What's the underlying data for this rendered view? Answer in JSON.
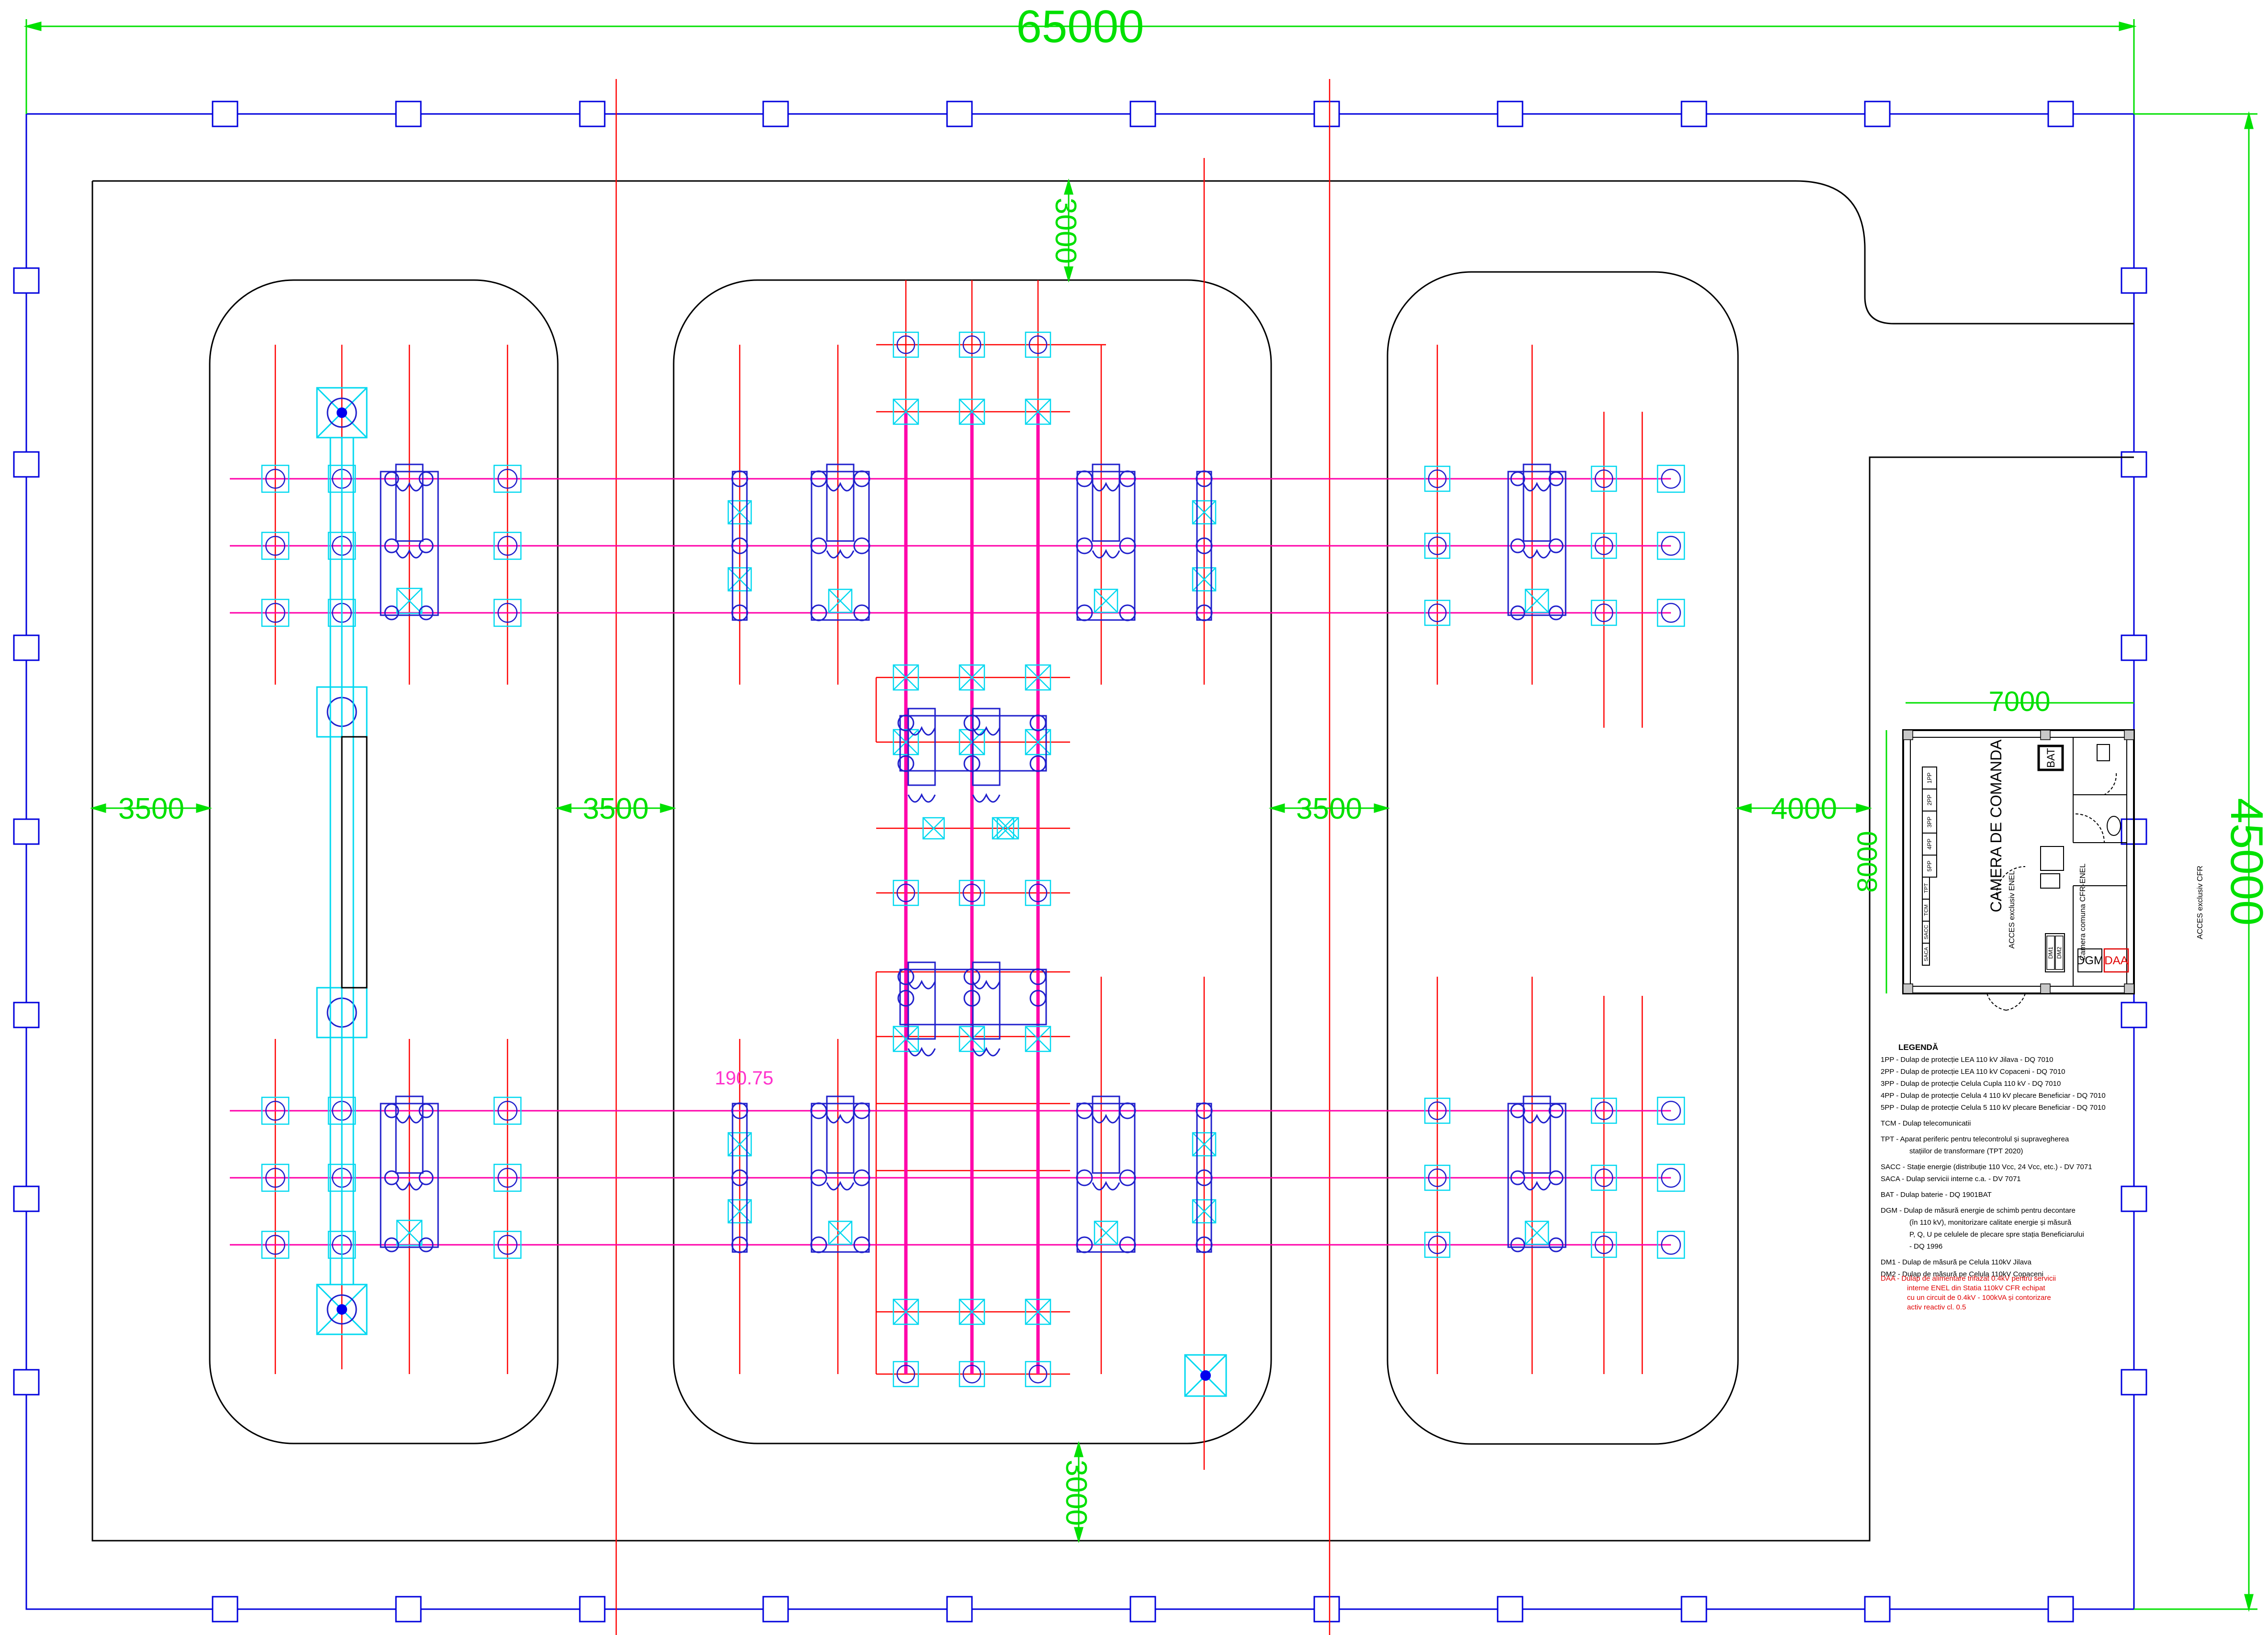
{
  "dimensions": {
    "overall_width": "65000",
    "overall_height": "45000",
    "top_gap": "3000",
    "bottom_gap": "3000",
    "gap_left": "3500",
    "gap_mid1": "3500",
    "gap_mid2": "3500",
    "gap_right": "4000",
    "room_width": "7000",
    "room_height": "8000"
  },
  "annotation": "190.75",
  "room": {
    "title": "CAMERA DE COMANDA",
    "bat": "BAT",
    "dgm": "DGM",
    "daa": "DAA",
    "dm1": "DM1",
    "dm2": "DM2",
    "acces_enel": "ACCES exclusiv ENEL",
    "camera_comuna": "Camera comuna CFR-ENEL",
    "acces_cfr": "ACCES exclusiv CFR",
    "panels": [
      "1PP",
      "2PP",
      "3PP",
      "4PP",
      "5PP",
      "TPT",
      "TCM",
      "SACC",
      "SACA"
    ]
  },
  "legend": {
    "title": "LEGENDĂ",
    "items": [
      "1PP - Dulap de protecție LEA 110 kV Jilava - DQ 7010",
      "2PP - Dulap de protecție LEA 110 kV Copaceni - DQ 7010",
      "3PP - Dulap de protecție Celula Cupla 110 kV - DQ 7010",
      "4PP - Dulap de protecție Celula 4 110 kV plecare Beneficiar - DQ 7010",
      "5PP - Dulap de protecție Celula 5 110 kV plecare Beneficiar - DQ 7010",
      "TCM - Dulap telecomunicatii",
      "TPT - Aparat periferic pentru telecontrolul și supravegherea",
      "stațiilor de transformare (TPT 2020)",
      "SACC - Stație energie (distribuție 110 Vcc, 24 Vcc, etc.) - DV 7071",
      "SACA - Dulap servicii interne c.a. - DV 7071",
      "BAT - Dulap baterie - DQ 1901BAT",
      "DGM - Dulap de măsură energie de schimb pentru decontare",
      "(în 110 kV), monitorizare calitate energie și măsură",
      "P, Q, U pe celulele de plecare spre stația Beneficiarului",
      "- DQ 1996",
      "DM1 - Dulap de măsură pe Celula 110kV Jilava",
      "DM2 - Dulap de măsură pe Celula 110kV Copaceni"
    ],
    "daa_note": [
      "DAA - Dulap de alimentare trifazat 0.4kV pentru servicii",
      "interne ENEL din Statia 110kV CFR echipat",
      "cu un circuit de 0.4kV - 100kVA și contorizare",
      "activ reactiv cl. 0.5"
    ]
  },
  "colors": {
    "fence": "#0000dd",
    "outline": "#000000",
    "axis": "#ff0000",
    "busbar": "#ff00aa",
    "equipment": "#00d8f0",
    "dimension": "#00e000"
  }
}
